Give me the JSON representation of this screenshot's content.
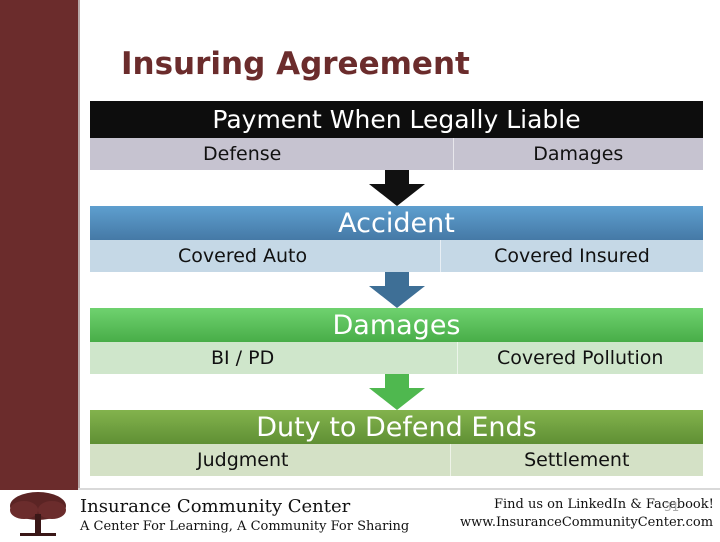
{
  "slide": {
    "title": "Insuring Agreement",
    "page_number": "31"
  },
  "blocks": [
    {
      "heading": "Payment When Legally Liable",
      "left": "Defense",
      "right": "Damages",
      "head_color": "#0d0d0d",
      "row_color": "#c6c3d0",
      "arrow_color": "#111111"
    },
    {
      "heading": "Accident",
      "left": "Covered Auto",
      "right": "Covered Insured",
      "head_color": "#4f8fbf",
      "row_color": "#c5d8e6",
      "arrow_color": "#3e6f96"
    },
    {
      "heading": "Damages",
      "left": "BI / PD",
      "right": "Covered Pollution",
      "head_color": "#5ec45e",
      "row_color": "#cfe6cb",
      "arrow_color": "#4fb84f"
    },
    {
      "heading": "Duty to Defend Ends",
      "left": "Judgment",
      "right": "Settlement",
      "head_color": "#72a13f",
      "row_color": "#d4e1c6"
    }
  ],
  "footer": {
    "org": "Insurance Community Center",
    "tagline": "A Center For Learning, A Community For Sharing",
    "find_us": "Find us on LinkedIn & Facebook!",
    "url": "www.InsuranceCommunityCenter.com"
  }
}
